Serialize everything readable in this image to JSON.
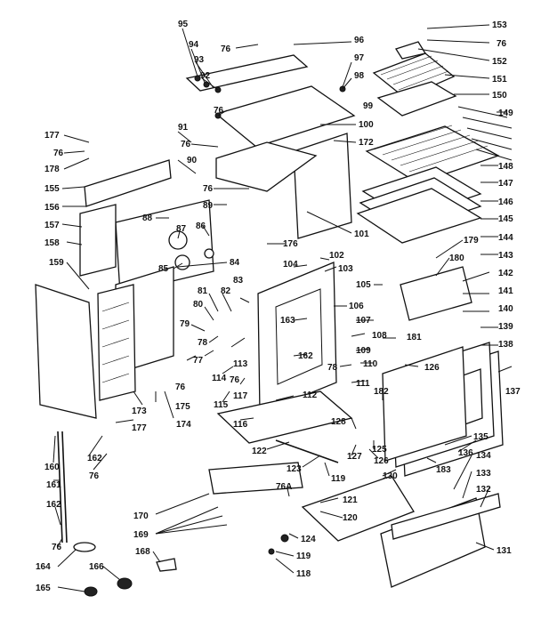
{
  "labels": [
    {
      "id": "95",
      "text": "95"
    },
    {
      "id": "94",
      "text": "94"
    },
    {
      "id": "93",
      "text": "93"
    },
    {
      "id": "92",
      "text": "92"
    },
    {
      "id": "76a",
      "text": "76"
    },
    {
      "id": "96",
      "text": "96"
    },
    {
      "id": "97",
      "text": "97"
    },
    {
      "id": "98",
      "text": "98"
    },
    {
      "id": "99",
      "text": "99"
    },
    {
      "id": "153",
      "text": "153"
    },
    {
      "id": "76b",
      "text": "76"
    },
    {
      "id": "152",
      "text": "152"
    },
    {
      "id": "151",
      "text": "151"
    },
    {
      "id": "150",
      "text": "150"
    },
    {
      "id": "149",
      "text": "149"
    },
    {
      "id": "76c",
      "text": "76"
    },
    {
      "id": "100",
      "text": "100"
    },
    {
      "id": "177a",
      "text": "177"
    },
    {
      "id": "91",
      "text": "91"
    },
    {
      "id": "76d",
      "text": "76"
    },
    {
      "id": "172",
      "text": "172"
    },
    {
      "id": "76e",
      "text": "76"
    },
    {
      "id": "178",
      "text": "178"
    },
    {
      "id": "90",
      "text": "90"
    },
    {
      "id": "148",
      "text": "148"
    },
    {
      "id": "155",
      "text": "155"
    },
    {
      "id": "76f",
      "text": "76"
    },
    {
      "id": "147",
      "text": "147"
    },
    {
      "id": "89",
      "text": "89"
    },
    {
      "id": "156",
      "text": "156"
    },
    {
      "id": "146",
      "text": "146"
    },
    {
      "id": "88",
      "text": "88"
    },
    {
      "id": "145",
      "text": "145"
    },
    {
      "id": "157",
      "text": "157"
    },
    {
      "id": "86",
      "text": "86"
    },
    {
      "id": "87",
      "text": "87"
    },
    {
      "id": "101",
      "text": "101"
    },
    {
      "id": "144",
      "text": "144"
    },
    {
      "id": "158",
      "text": "158"
    },
    {
      "id": "176",
      "text": "176"
    },
    {
      "id": "179",
      "text": "179"
    },
    {
      "id": "85",
      "text": "85"
    },
    {
      "id": "84",
      "text": "84"
    },
    {
      "id": "102",
      "text": "102"
    },
    {
      "id": "180",
      "text": "180"
    },
    {
      "id": "143",
      "text": "143"
    },
    {
      "id": "159",
      "text": "159"
    },
    {
      "id": "104",
      "text": "104"
    },
    {
      "id": "103",
      "text": "103"
    },
    {
      "id": "142",
      "text": "142"
    },
    {
      "id": "83",
      "text": "83"
    },
    {
      "id": "105",
      "text": "105"
    },
    {
      "id": "81",
      "text": "81"
    },
    {
      "id": "82",
      "text": "82"
    },
    {
      "id": "106",
      "text": "106"
    },
    {
      "id": "141",
      "text": "141"
    },
    {
      "id": "80",
      "text": "80"
    },
    {
      "id": "163",
      "text": "163"
    },
    {
      "id": "140",
      "text": "140"
    },
    {
      "id": "79",
      "text": "79"
    },
    {
      "id": "107",
      "text": "107"
    },
    {
      "id": "139",
      "text": "139"
    },
    {
      "id": "113",
      "text": "113"
    },
    {
      "id": "108",
      "text": "108"
    },
    {
      "id": "181",
      "text": "181"
    },
    {
      "id": "78a",
      "text": "78"
    },
    {
      "id": "109",
      "text": "109"
    },
    {
      "id": "138",
      "text": "138"
    },
    {
      "id": "77a",
      "text": "77"
    },
    {
      "id": "162a",
      "text": "162"
    },
    {
      "id": "76g",
      "text": "76"
    },
    {
      "id": "78b",
      "text": "78"
    },
    {
      "id": "110",
      "text": "110"
    },
    {
      "id": "126a",
      "text": "126"
    },
    {
      "id": "114",
      "text": "114"
    },
    {
      "id": "111",
      "text": "111"
    },
    {
      "id": "137",
      "text": "137"
    },
    {
      "id": "76h",
      "text": "76"
    },
    {
      "id": "117",
      "text": "117"
    },
    {
      "id": "182",
      "text": "182"
    },
    {
      "id": "115",
      "text": "115"
    },
    {
      "id": "112",
      "text": "112"
    },
    {
      "id": "173",
      "text": "173"
    },
    {
      "id": "175",
      "text": "175"
    },
    {
      "id": "177b",
      "text": "177"
    },
    {
      "id": "174",
      "text": "174"
    },
    {
      "id": "116",
      "text": "116"
    },
    {
      "id": "128",
      "text": "128"
    },
    {
      "id": "125",
      "text": "125"
    },
    {
      "id": "160",
      "text": "160"
    },
    {
      "id": "162b",
      "text": "162"
    },
    {
      "id": "76i",
      "text": "76"
    },
    {
      "id": "122",
      "text": "122"
    },
    {
      "id": "127",
      "text": "127"
    },
    {
      "id": "126b",
      "text": "126"
    },
    {
      "id": "183",
      "text": "183"
    },
    {
      "id": "136",
      "text": "136"
    },
    {
      "id": "123",
      "text": "123"
    },
    {
      "id": "130",
      "text": "130"
    },
    {
      "id": "135",
      "text": "135"
    },
    {
      "id": "119a",
      "text": "119"
    },
    {
      "id": "134",
      "text": "134"
    },
    {
      "id": "161",
      "text": "161"
    },
    {
      "id": "133",
      "text": "133"
    },
    {
      "id": "76A",
      "text": "76A"
    },
    {
      "id": "121",
      "text": "121"
    },
    {
      "id": "132",
      "text": "132"
    },
    {
      "id": "170",
      "text": "170"
    },
    {
      "id": "120",
      "text": "120"
    },
    {
      "id": "162c",
      "text": "162"
    },
    {
      "id": "169",
      "text": "169"
    },
    {
      "id": "124",
      "text": "124"
    },
    {
      "id": "76j",
      "text": "76"
    },
    {
      "id": "131",
      "text": "131"
    },
    {
      "id": "119b",
      "text": "119"
    },
    {
      "id": "168",
      "text": "168"
    },
    {
      "id": "164",
      "text": "164"
    },
    {
      "id": "166",
      "text": "166"
    },
    {
      "id": "118",
      "text": "118"
    },
    {
      "id": "165",
      "text": "165"
    }
  ]
}
